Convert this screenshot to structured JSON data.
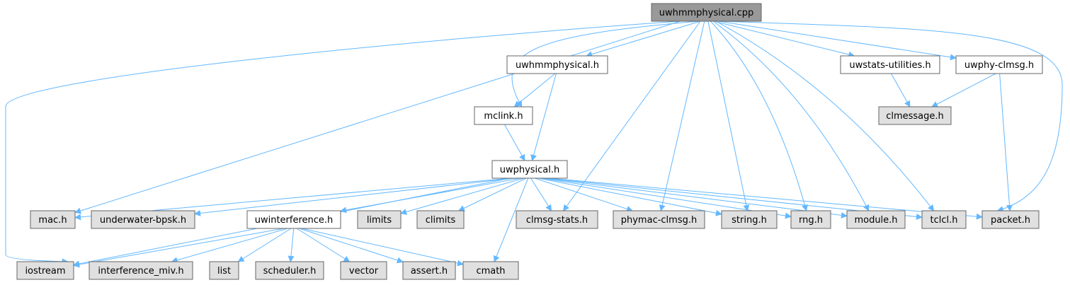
{
  "graph": {
    "colors": {
      "root": "#999999",
      "local": "#ffffff",
      "external": "#e0e0e0",
      "edge": "#63b8ff"
    },
    "nodes": {
      "root": {
        "label": "uwhmmphysical.cpp",
        "kind": "root"
      },
      "uwhmm_h": {
        "label": "uwhmmphysical.h",
        "kind": "local"
      },
      "mclink": {
        "label": "mclink.h",
        "kind": "local"
      },
      "uwphysical": {
        "label": "uwphysical.h",
        "kind": "local"
      },
      "uwstats": {
        "label": "uwstats-utilities.h",
        "kind": "local"
      },
      "uwphyclmsg": {
        "label": "uwphy-clmsg.h",
        "kind": "local"
      },
      "clmessage": {
        "label": "clmessage.h",
        "kind": "external"
      },
      "mac": {
        "label": "mac.h",
        "kind": "external"
      },
      "bpsk": {
        "label": "underwater-bpsk.h",
        "kind": "external"
      },
      "uwinterf": {
        "label": "uwinterference.h",
        "kind": "local"
      },
      "limits": {
        "label": "limits",
        "kind": "external"
      },
      "climits": {
        "label": "climits",
        "kind": "external"
      },
      "clmsgstats": {
        "label": "clmsg-stats.h",
        "kind": "external"
      },
      "phymac": {
        "label": "phymac-clmsg.h",
        "kind": "external"
      },
      "string": {
        "label": "string.h",
        "kind": "external"
      },
      "rng": {
        "label": "rng.h",
        "kind": "external"
      },
      "module": {
        "label": "module.h",
        "kind": "external"
      },
      "tclcl": {
        "label": "tclcl.h",
        "kind": "external"
      },
      "packet": {
        "label": "packet.h",
        "kind": "external"
      },
      "iostream": {
        "label": "iostream",
        "kind": "external"
      },
      "intmiv": {
        "label": "interference_miv.h",
        "kind": "external"
      },
      "list": {
        "label": "list",
        "kind": "external"
      },
      "scheduler": {
        "label": "scheduler.h",
        "kind": "external"
      },
      "vector": {
        "label": "vector",
        "kind": "external"
      },
      "assert": {
        "label": "assert.h",
        "kind": "external"
      },
      "cmath": {
        "label": "cmath",
        "kind": "external"
      }
    },
    "edges": [
      [
        "root",
        "uwhmm_h"
      ],
      [
        "root",
        "mclink"
      ],
      [
        "root",
        "uwstats"
      ],
      [
        "root",
        "uwphyclmsg"
      ],
      [
        "root",
        "mac"
      ],
      [
        "root",
        "iostream"
      ],
      [
        "root",
        "clmsgstats"
      ],
      [
        "root",
        "phymac"
      ],
      [
        "root",
        "string"
      ],
      [
        "root",
        "rng"
      ],
      [
        "root",
        "module"
      ],
      [
        "root",
        "tclcl"
      ],
      [
        "root",
        "packet"
      ],
      [
        "uwhmm_h",
        "mclink"
      ],
      [
        "uwhmm_h",
        "uwphysical"
      ],
      [
        "mclink",
        "uwphysical"
      ],
      [
        "uwstats",
        "clmessage"
      ],
      [
        "uwphyclmsg",
        "clmessage"
      ],
      [
        "uwphyclmsg",
        "packet"
      ],
      [
        "uwphysical",
        "mac"
      ],
      [
        "uwphysical",
        "bpsk"
      ],
      [
        "uwphysical",
        "uwinterf"
      ],
      [
        "uwphysical",
        "limits"
      ],
      [
        "uwphysical",
        "climits"
      ],
      [
        "uwphysical",
        "clmsgstats"
      ],
      [
        "uwphysical",
        "phymac"
      ],
      [
        "uwphysical",
        "string"
      ],
      [
        "uwphysical",
        "rng"
      ],
      [
        "uwphysical",
        "module"
      ],
      [
        "uwphysical",
        "tclcl"
      ],
      [
        "uwphysical",
        "packet"
      ],
      [
        "uwphysical",
        "iostream"
      ],
      [
        "uwphysical",
        "cmath"
      ],
      [
        "uwinterf",
        "iostream"
      ],
      [
        "uwinterf",
        "intmiv"
      ],
      [
        "uwinterf",
        "list"
      ],
      [
        "uwinterf",
        "scheduler"
      ],
      [
        "uwinterf",
        "vector"
      ],
      [
        "uwinterf",
        "assert"
      ],
      [
        "uwinterf",
        "cmath"
      ]
    ]
  }
}
